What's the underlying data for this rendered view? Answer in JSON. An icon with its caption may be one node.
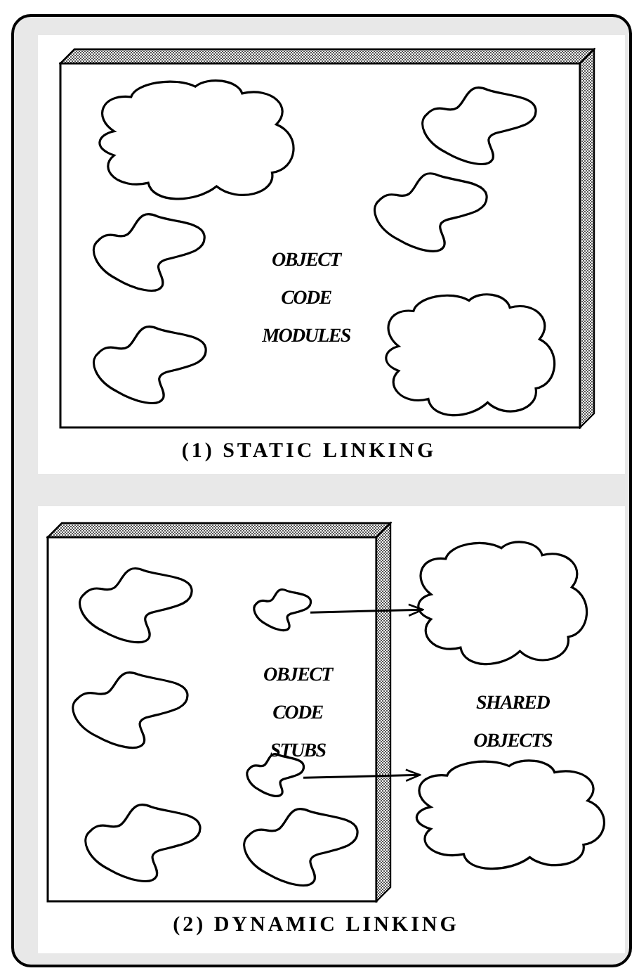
{
  "diagram": {
    "nodes": [
      {
        "text": [
          "OBJECT CODE MODULES"
        ]
      },
      {
        "text": [],
        "shape": "cloud",
        "in": 0
      },
      {
        "text": [],
        "shape": "blob",
        "in": 0
      },
      {
        "text": [],
        "shape": "blob",
        "in": 0
      },
      {
        "text": [],
        "shape": "blob",
        "in": 0
      },
      {
        "text": [],
        "shape": "cloud",
        "in": 0
      },
      {
        "text": [],
        "shape": "blob",
        "in": 0
      },
      {
        "text": [
          "OBJECT CODE STUBS"
        ]
      },
      {
        "text": [],
        "shape": "blob",
        "in": 7
      },
      {
        "text": [],
        "shape": "blob",
        "in": 7
      },
      {
        "text": [],
        "shape": "blob",
        "in": 7
      },
      {
        "text": [],
        "shape": "blob",
        "in": 7
      },
      {
        "text": [],
        "shape": "blob",
        "in": 7
      },
      {
        "text": [],
        "shape": "blob",
        "in": 7
      },
      {
        "text": [],
        "shape": "cloud"
      },
      {
        "text": [],
        "shape": "cloud"
      }
    ],
    "edges": [
      {
        "from": 9,
        "to": 14,
        "arrow": "to"
      },
      {
        "from": 11,
        "to": 15,
        "arrow": "to"
      }
    ],
    "labels": [
      "(1) STATIC LINKING",
      "SHARED OBJECTS",
      "(2) DYNAMIC LINKING"
    ]
  }
}
